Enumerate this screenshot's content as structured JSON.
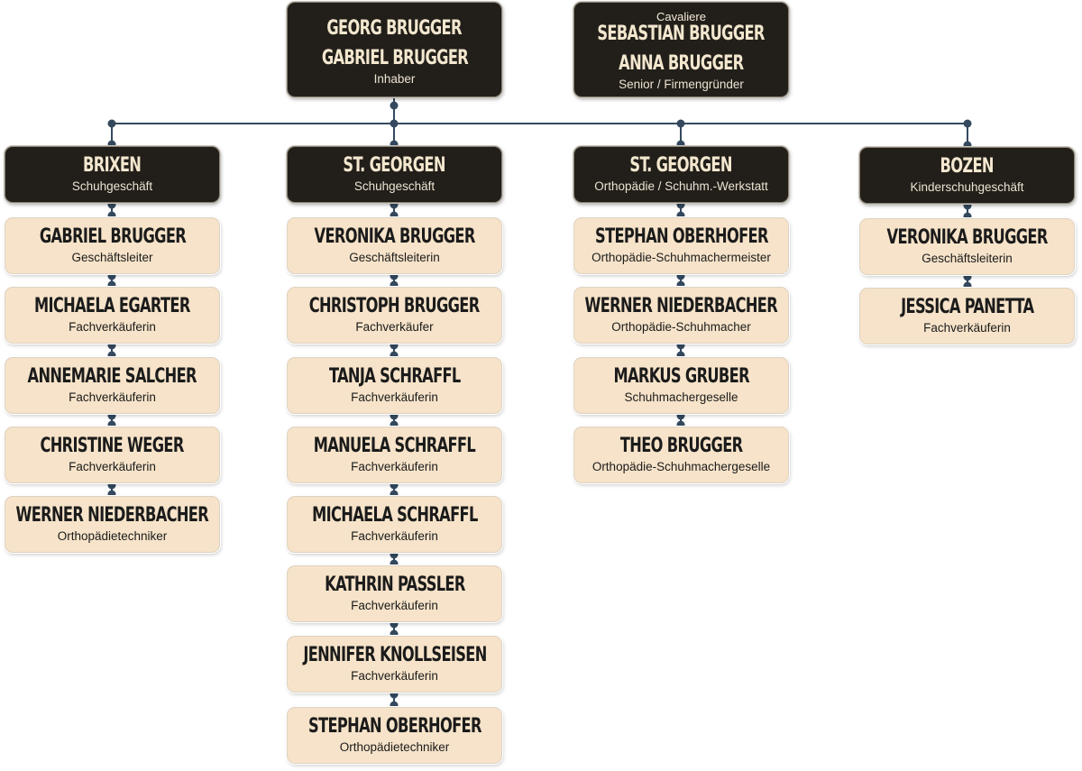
{
  "top": {
    "owners": {
      "names": [
        "GEORG BRUGGER",
        "GABRIEL BRUGGER"
      ],
      "role": "Inhaber"
    },
    "founders": {
      "title": "Cavaliere",
      "names": [
        "SEBASTIAN BRUGGER",
        "ANNA BRUGGER"
      ],
      "role": "Senior / Firmengründer"
    }
  },
  "branches": [
    {
      "name": "BRIXEN",
      "subtitle": "Schuhgeschäft",
      "staff": [
        {
          "name": "GABRIEL BRUGGER",
          "role": "Geschäftsleiter"
        },
        {
          "name": "MICHAELA EGARTER",
          "role": "Fachverkäuferin"
        },
        {
          "name": "ANNEMARIE SALCHER",
          "role": "Fachverkäuferin"
        },
        {
          "name": "CHRISTINE WEGER",
          "role": "Fachverkäuferin"
        },
        {
          "name": "WERNER NIEDERBACHER",
          "role": "Orthopädietechniker"
        }
      ]
    },
    {
      "name": "ST. GEORGEN",
      "subtitle": "Schuhgeschäft",
      "staff": [
        {
          "name": "VERONIKA BRUGGER",
          "role": "Geschäftsleiterin"
        },
        {
          "name": "CHRISTOPH BRUGGER",
          "role": "Fachverkäufer"
        },
        {
          "name": "TANJA SCHRAFFL",
          "role": "Fachverkäuferin"
        },
        {
          "name": "MANUELA SCHRAFFL",
          "role": "Fachverkäuferin"
        },
        {
          "name": "MICHAELA SCHRAFFL",
          "role": "Fachverkäuferin"
        },
        {
          "name": "KATHRIN PASSLER",
          "role": "Fachverkäuferin"
        },
        {
          "name": "JENNIFER KNOLLSEISEN",
          "role": "Fachverkäuferin"
        },
        {
          "name": "STEPHAN OBERHOFER",
          "role": "Orthopädietechniker"
        }
      ]
    },
    {
      "name": "ST. GEORGEN",
      "subtitle": "Orthopädie / Schuhm.-Werkstatt",
      "staff": [
        {
          "name": "STEPHAN OBERHOFER",
          "role": "Orthopädie-Schuhmachermeister"
        },
        {
          "name": "WERNER NIEDERBACHER",
          "role": "Orthopädie-Schuhmacher"
        },
        {
          "name": "MARKUS GRUBER",
          "role": "Schuhmachergeselle"
        },
        {
          "name": "THEO BRUGGER",
          "role": "Orthopädie-Schuhmachergeselle"
        }
      ]
    },
    {
      "name": "BOZEN",
      "subtitle": "Kinderschuhgeschäft",
      "staff": [
        {
          "name": "VERONIKA BRUGGER",
          "role": "Geschäftsleiterin"
        },
        {
          "name": "JESSICA PANETTA",
          "role": "Fachverkäuferin"
        }
      ]
    }
  ],
  "colors": {
    "dark_box": "#221f1a",
    "light_box": "#f6e3c9",
    "connector": "#34495e",
    "dark_text": "#f3e7cf"
  }
}
